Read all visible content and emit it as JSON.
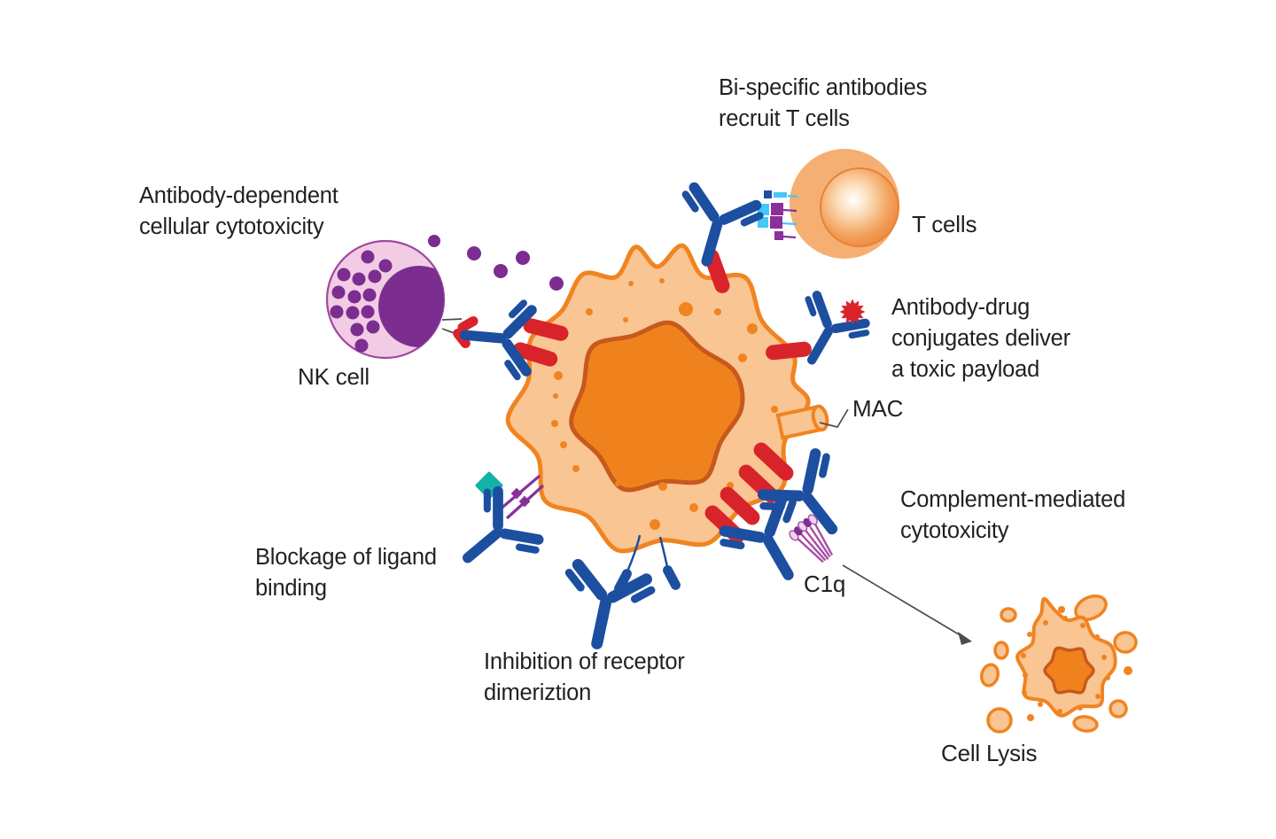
{
  "labels": {
    "adcc": "Antibody-dependent\ncellular cytotoxicity",
    "nk_cell": "NK cell",
    "bispecific": "Bi-specific antibodies\nrecruit T cells",
    "t_cells": "T cells",
    "adc": "Antibody-drug\nconjugates deliver\na toxic payload",
    "mac": "MAC",
    "cmc": "Complement-mediated\ncytotoxicity",
    "c1q": "C1q",
    "cell_lysis": "Cell Lysis",
    "blockage": "Blockage of ligand\nbinding",
    "inhibition": "Inhibition of receptor\ndimeriztion"
  },
  "colors": {
    "text_dark": "#231F20",
    "membrane_orange": "#F08421",
    "cytoplasm": "#F9C593",
    "nucleus_orange": "#F0821E",
    "nucleus_outline": "#C8591D",
    "receptor_red": "#D9232B",
    "antibody_blue": "#1C4F9F",
    "granule_purple": "#7B2D90",
    "nk_fill": "#F2CBE4",
    "nk_outline": "#A2489E",
    "tcell_fill": "#F5AF72",
    "tcell_nucleus_edge": "#E8823A",
    "ligand_teal": "#12B2A7",
    "receptor_purple": "#8A2F9B",
    "tcr_cyan": "#44C8F5",
    "c1q_light": "#F6CFEC",
    "c1q_dark": "#7A3090",
    "c1q_stroke": "#A94FA5",
    "line_gray": "#4D4D4F"
  }
}
